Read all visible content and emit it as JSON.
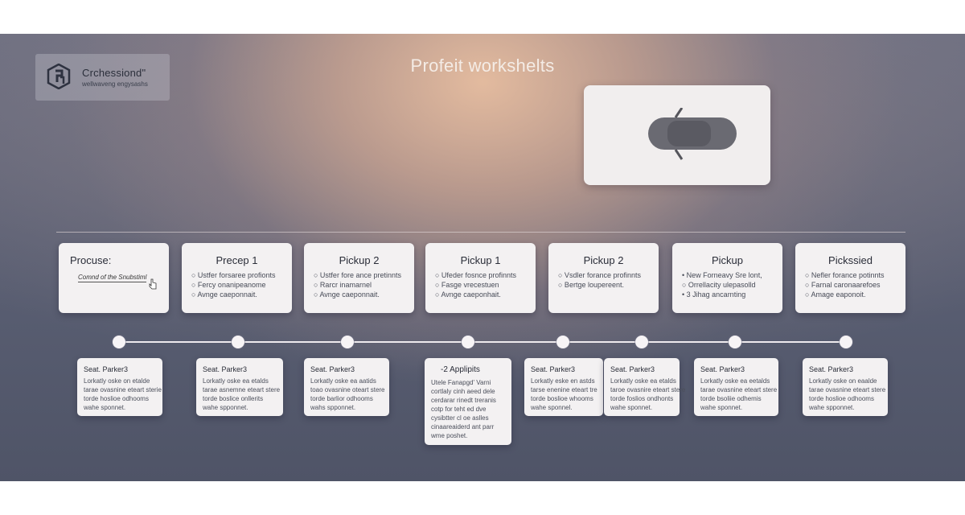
{
  "header": {
    "logo_name": "Crchessiond\"",
    "logo_tagline": "wellwaveng engysashs",
    "title": "Profeit workshelts"
  },
  "stages": [
    {
      "title": "Procuse:",
      "lines": [],
      "signature": "Comnd of the Snubstiml"
    },
    {
      "title": "Precep 1",
      "lines": [
        "○  Ustfer forsaree profionts",
        "○  Fercy onanipeanome",
        "○  Avnge caeponnait."
      ]
    },
    {
      "title": "Pickup 2",
      "lines": [
        "○  Ustfer fore ance pretinnts",
        "○  Rarcr inamarnel",
        "○  Avnge caeponnait."
      ]
    },
    {
      "title": "Pickup 1",
      "lines": [
        "○  Ufeder fosnce profinnts",
        "○  Fasge vrecestuen",
        "○  Avnge caeponhait."
      ]
    },
    {
      "title": "Pickup 2",
      "lines": [
        "○  Vsdler forance profinnts",
        "○  Bertge loupereent."
      ]
    },
    {
      "title": "Pickup",
      "lines": [
        "•  New Forneavy Sre lont,",
        "○  Orrellacity ulepasolld",
        "•  3 Jihag ancarnting"
      ]
    },
    {
      "title": "Pickssied",
      "lines": [
        "○  Nefler forance potinnts",
        "○  Farnal caronaarefoes",
        "○  Amage eaponoit."
      ]
    }
  ],
  "details": [
    {
      "title": "Seat.  Parker3",
      "lines": [
        "Lorkatly oske on etalde",
        "tarae ovasnine eteart sterie",
        "torde hoslioe odhooms",
        "wahe sponnet."
      ]
    },
    {
      "title": "Seat.  Parker3",
      "lines": [
        "Lorkatly oske ea etalds",
        "tarae asnemne eteart stere",
        "torde boslice onllerits",
        "wahe spponnet."
      ]
    },
    {
      "title": "Seat.  Parker3",
      "lines": [
        "Lorkatly oske ea aatids",
        "toao ovasnine oteart stere",
        "torde barlior odhooms",
        "wahs spponnet."
      ]
    },
    {
      "title": "-2  Applipits",
      "lines": [
        "Utele Fanapgd' Varni",
        "cortlaly cinh aeed dele",
        "cerdarar rinedt treranis",
        "cotp for teht ed dve",
        "cysibtter cl oe aslles",
        "cinaareaiderd ant parr",
        "wme poshet."
      ]
    },
    {
      "title": "Seat.  Parker3",
      "lines": [
        "Lorkatly eske en astds",
        "tarse enenine eteart tre",
        "torde boslioe whooms",
        "wahe sponnel."
      ]
    },
    {
      "title": "Seat.  Parker3",
      "lines": [
        "Lorkatly oske ea etalds",
        "taroe ovasnire eteart stere",
        "torde foslios ondhonts",
        "wahe sponnet."
      ]
    },
    {
      "title": "Seat.  Parker3",
      "lines": [
        "Lorkatly oske ea eetalds",
        "tarae ovasnine eteart stere",
        "torde bsoliie odhemis",
        "wahe sponnet."
      ]
    },
    {
      "title": "Seat.  Parker3",
      "lines": [
        "Lorkatly oske on eaalde",
        "tarae ovasnine eteart stere",
        "torde hoslioe odhooms",
        "wahe spponnet."
      ]
    }
  ]
}
